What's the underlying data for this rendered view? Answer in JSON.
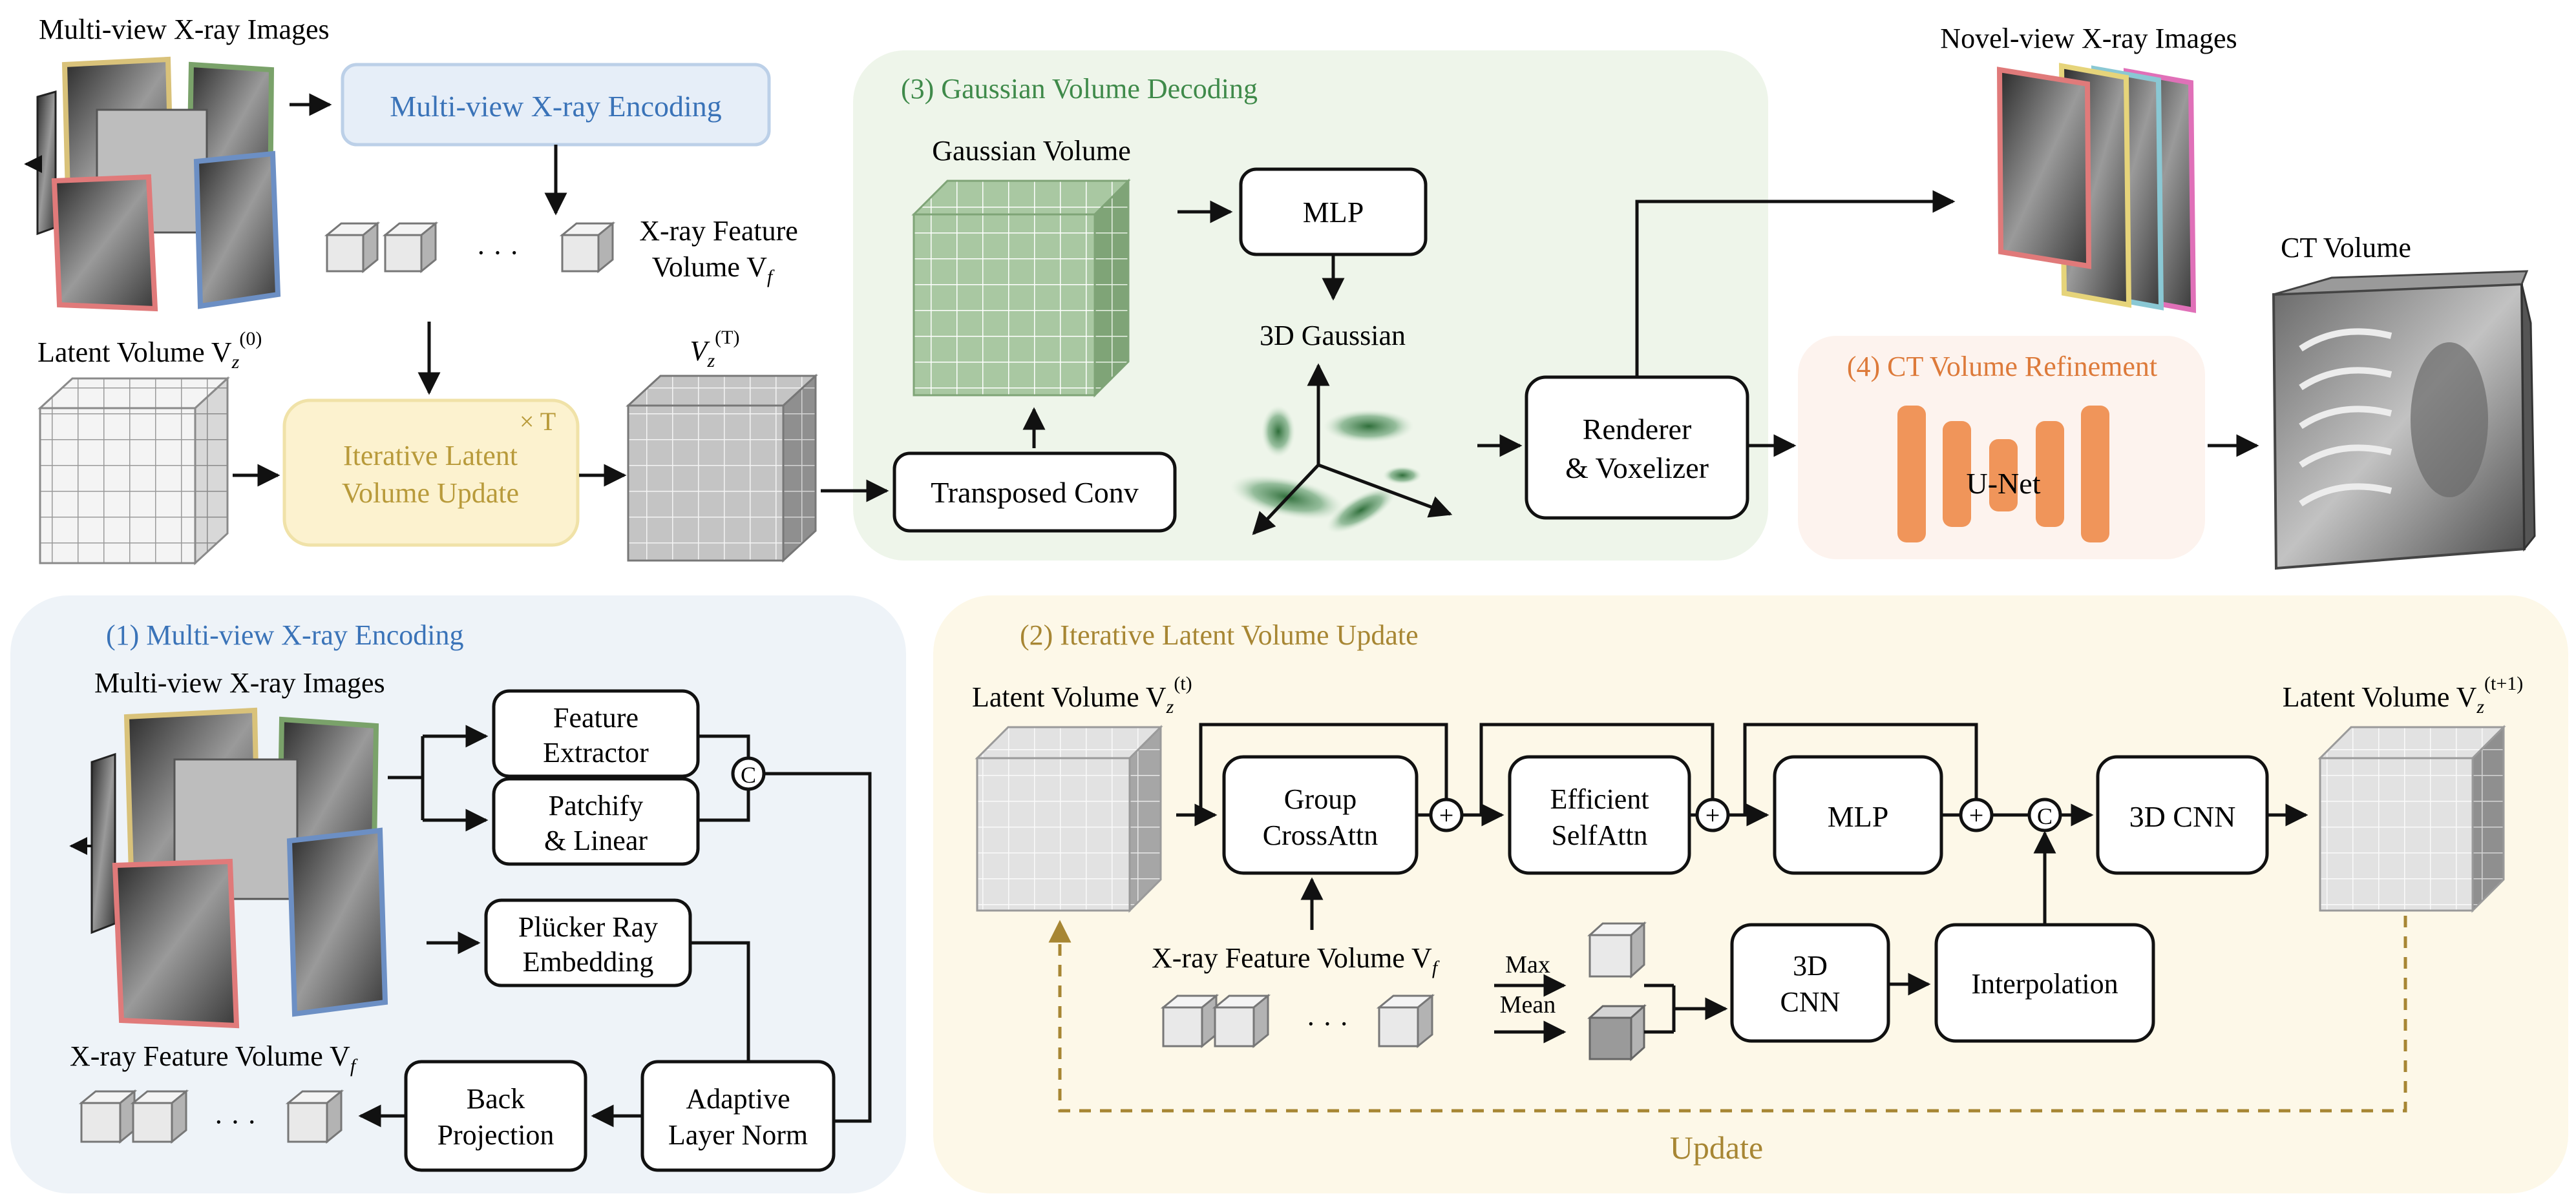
{
  "overview": {
    "multiview_images_label": "Multi-view X-ray Images",
    "encoding_box": "Multi-view X-ray Encoding",
    "feature_volume_label_1": "X-ray Feature",
    "feature_volume_label_2": "Volume V",
    "latent_volume_label": "Latent Volume V",
    "iterative_update_1": "Iterative Latent",
    "iterative_update_2": "Volume Update",
    "times_t": "× T",
    "vz_t_label": "V",
    "ellipsis": "· · ·"
  },
  "decoding": {
    "title": "(3) Gaussian Volume Decoding",
    "gaussian_volume": "Gaussian Volume",
    "mlp": "MLP",
    "gaussian_3d": "3D Gaussian",
    "transposed_conv": "Transposed Conv",
    "renderer_1": "Renderer",
    "renderer_2": "& Voxelizer"
  },
  "outputs": {
    "novel_view": "Novel-view X-ray Images",
    "ct_volume": "CT Volume"
  },
  "refinement": {
    "title": "(4) CT Volume Refinement",
    "unet": "U-Net"
  },
  "encoding_panel": {
    "title": "(1) Multi-view X-ray Encoding",
    "images": "Multi-view X-ray Images",
    "feature_extractor_1": "Feature",
    "feature_extractor_2": "Extractor",
    "patchify_1": "Patchify",
    "patchify_2": "& Linear",
    "plucker_1": "Plücker Ray",
    "plucker_2": "Embedding",
    "concat": "C",
    "adaptive_1": "Adaptive",
    "adaptive_2": "Layer Norm",
    "back_1": "Back",
    "back_2": "Projection",
    "feature_volume": "X-ray Feature Volume V",
    "ellipsis": "· · ·"
  },
  "update_panel": {
    "title": "(2) Iterative Latent Volume Update",
    "latent_t": "Latent Volume V",
    "latent_t1": "Latent Volume V",
    "group_1": "Group",
    "group_2": "CrossAttn",
    "efficient_1": "Efficient",
    "efficient_2": "SelfAttn",
    "mlp": "MLP",
    "cnn3d": "3D CNN",
    "cnn3d_small_1": "3D",
    "cnn3d_small_2": "CNN",
    "interpolation": "Interpolation",
    "feature_volume": "X-ray Feature Volume V",
    "max": "Max",
    "mean": "Mean",
    "concat": "C",
    "plus": "+",
    "update": "Update",
    "ellipsis": "· · ·"
  },
  "colors": {
    "encoding_blue": "#3a73b8",
    "decoding_green": "#3f8a4a",
    "update_gold": "#a78633",
    "refine_orange": "#dd7a3a",
    "panel_blue_bg": "#eef3f8",
    "panel_green_bg": "#eef5ea",
    "panel_yellow_bg": "#fdf8e8",
    "panel_orange_bg": "#fdf3ee"
  }
}
